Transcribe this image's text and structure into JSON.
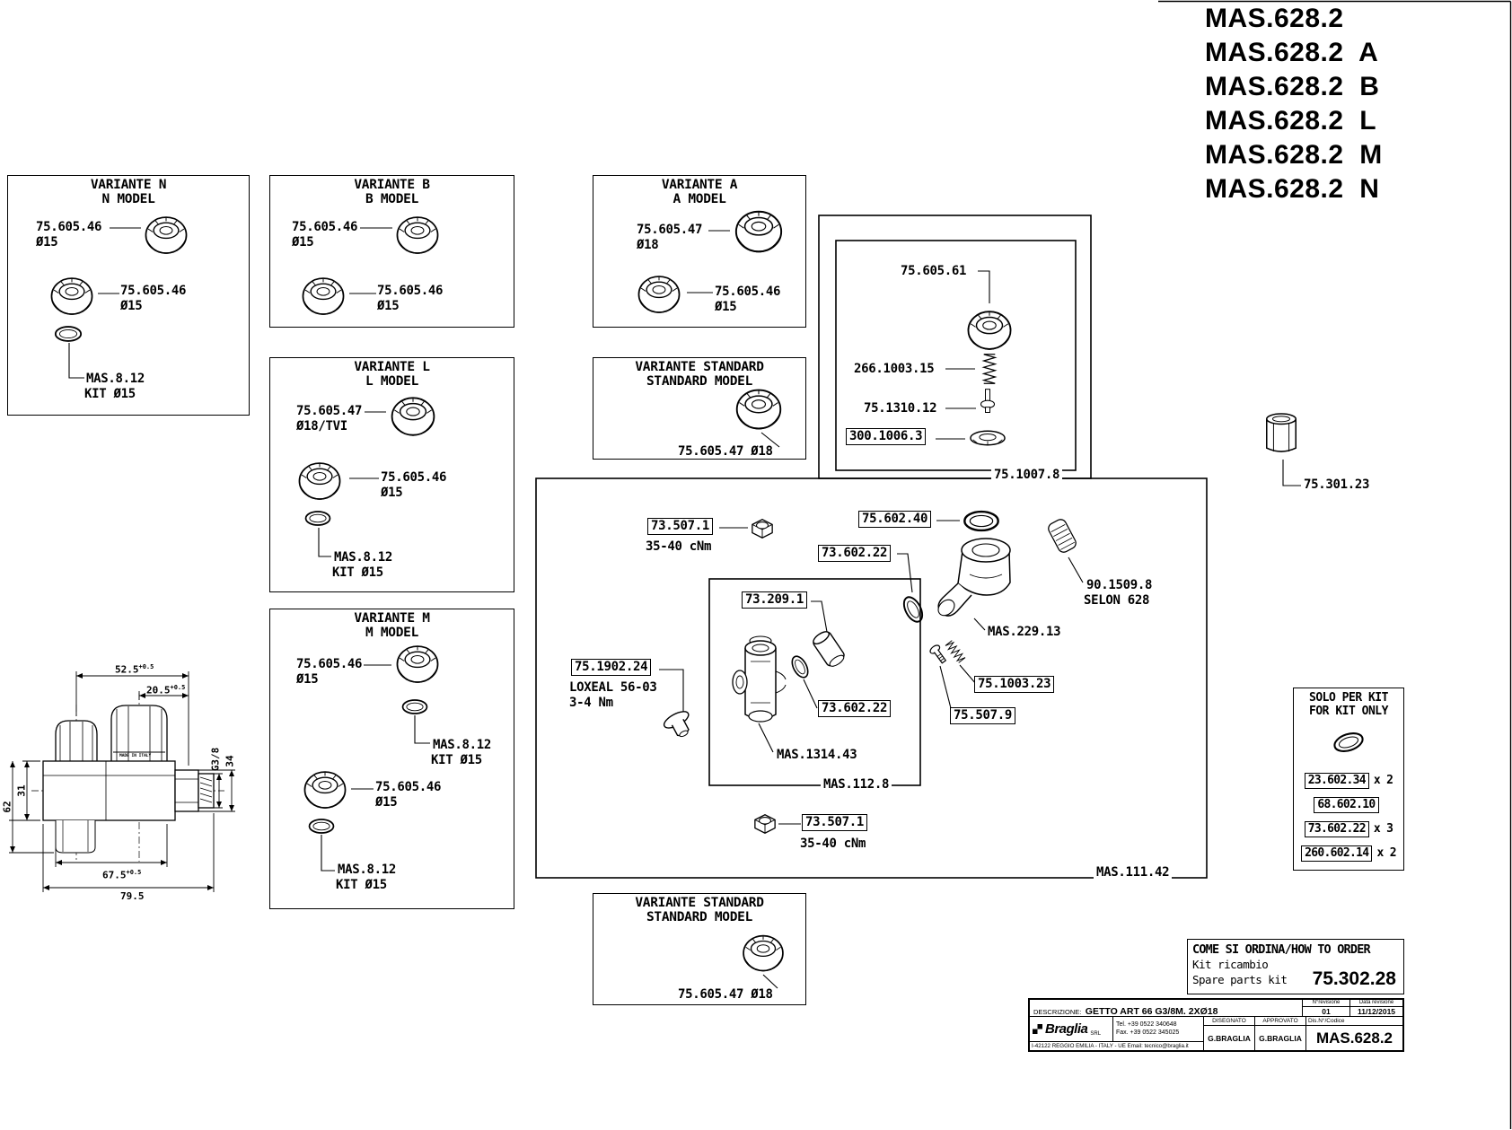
{
  "models": {
    "items": [
      "MAS.628.2",
      "MAS.628.2  A",
      "MAS.628.2  B",
      "MAS.628.2  L",
      "MAS.628.2  M",
      "MAS.628.2  N"
    ]
  },
  "variant_n": {
    "title_it": "VARIANTE N",
    "title_en": "N MODEL",
    "part1_code": "75.605.46",
    "part1_dia": "Ø15",
    "part2_code": "75.605.46",
    "part2_dia": "Ø15",
    "kit_code": "MAS.8.12",
    "kit_label": "KIT Ø15"
  },
  "variant_b": {
    "title_it": "VARIANTE B",
    "title_en": "B MODEL",
    "part1_code": "75.605.46",
    "part1_dia": "Ø15",
    "part2_code": "75.605.46",
    "part2_dia": "Ø15"
  },
  "variant_a": {
    "title_it": "VARIANTE A",
    "title_en": "A MODEL",
    "part1_code": "75.605.47",
    "part1_dia": "Ø18",
    "part2_code": "75.605.46",
    "part2_dia": "Ø15"
  },
  "variant_l": {
    "title_it": "VARIANTE L",
    "title_en": "L MODEL",
    "part1_code": "75.605.47",
    "part1_dia": "Ø18/TVI",
    "part2_code": "75.605.46",
    "part2_dia": "Ø15",
    "kit_code": "MAS.8.12",
    "kit_label": "KIT Ø15"
  },
  "variant_std_top": {
    "title_it": "VARIANTE STANDARD",
    "title_en": "STANDARD MODEL",
    "part1": "75.605.47 Ø18"
  },
  "variant_m": {
    "title_it": "VARIANTE M",
    "title_en": "M MODEL",
    "part1_code": "75.605.46",
    "part1_dia": "Ø15",
    "kit1_code": "MAS.8.12",
    "kit1_label": "KIT Ø15",
    "part2_code": "75.605.46",
    "part2_dia": "Ø15",
    "kit2_code": "MAS.8.12",
    "kit2_label": "KIT Ø15"
  },
  "variant_std_bottom": {
    "title_it": "VARIANTE STANDARD",
    "title_en": "STANDARD MODEL",
    "part1": "75.605.47 Ø18"
  },
  "assembly": {
    "cap": "75.605.61",
    "spring": "266.1003.15",
    "pin": "75.1310.12",
    "seat": "300.1006.3",
    "cap_group": "75.1007.8",
    "ring_nut": "75.301.23",
    "torque_nut_top": "73.507.1",
    "torque_top": "35-40 cNm",
    "oring_top": "75.602.40",
    "oring_mid": "73.602.22",
    "swivel": "73.209.1",
    "membrane": "90.1509.8",
    "membrane_note": "SELON 628",
    "holder": "MAS.229.13",
    "spring_small": "75.1003.23",
    "screw": "75.507.9",
    "plug": "75.1902.24",
    "plug_note1": "LOXEAL 56-03",
    "plug_note2": "3-4 Nm",
    "oring_bottom": "73.602.22",
    "body": "MAS.1314.43",
    "body_group": "MAS.112.8",
    "torque_nut_bottom": "73.507.1",
    "torque_bottom": "35-40 cNm",
    "main_group": "MAS.111.42"
  },
  "kit_box": {
    "title_it": "SOLO PER KIT",
    "title_en": "FOR KIT ONLY",
    "items": [
      {
        "code": "23.602.34",
        "qty": "x 2"
      },
      {
        "code": "68.602.10",
        "qty": ""
      },
      {
        "code": "73.602.22",
        "qty": "x 3"
      },
      {
        "code": "260.602.14",
        "qty": "x 2"
      }
    ]
  },
  "order_box": {
    "title": "COME SI ORDINA/HOW TO ORDER",
    "label_it": "Kit ricambio",
    "label_en": "Spare parts kit",
    "kit_code": "75.302.28"
  },
  "dimensions": {
    "width_caps": "52.5",
    "width_caps_tol": "+0.5",
    "width_offset": "20.5",
    "width_offset_tol": "+0.5",
    "height_body": "31",
    "height_total": "62",
    "thread": "G3/8",
    "port_height": "34",
    "length_body": "67.5",
    "length_body_tol": "+0.5",
    "length_total": "79.5",
    "marking": "MADE IN ITALY"
  },
  "title_block": {
    "desc_label": "DESCRIZIONE:",
    "desc_value": "GETTO ART 66 G3/8M. 2XØ18",
    "rev_label": "N°revisione",
    "rev_value": "01",
    "date_label": "Data revisione",
    "date_value": "11/12/2015",
    "brand": "Braglia",
    "brand_suffix": "SRL",
    "tel": "Tel. +39 0522 340648",
    "fax": "Fax. +39 0522 345025",
    "address": "I-42122 REGGIO EMILIA - ITALY - UE Email: tecnico@braglia.it",
    "drawn_label": "DISEGNATO",
    "drawn_value": "G.BRAGLIA",
    "approved_label": "APPROVATO",
    "approved_value": "G.BRAGLIA",
    "code_label": "Dis.N°/Codice",
    "code_value": "MAS.628.2"
  }
}
